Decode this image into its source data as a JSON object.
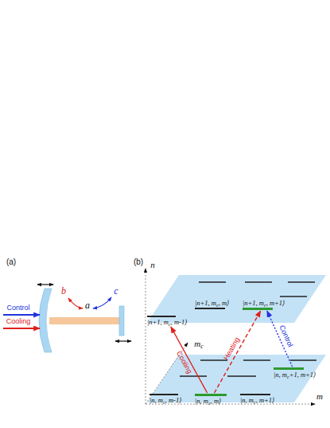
{
  "diagram": {
    "nodes": [
      {
        "text": [
          "|n+1, mc, m-1⟩"
        ]
      },
      {
        "text": [
          "|n+1, mc, m⟩"
        ]
      },
      {
        "text": [
          "|n+1, mc, m+1⟩"
        ]
      },
      {
        "text": [
          "|n, mc+1, m+1⟩"
        ]
      },
      {
        "text": [
          "|n, mc, m-1⟩"
        ]
      },
      {
        "text": [
          "|n, mc, m⟩"
        ]
      },
      {
        "text": [
          "|n, mc, m+1⟩"
        ]
      }
    ],
    "edges": [
      {
        "from": 5,
        "to": 0,
        "arrow": "to",
        "label": "Cooling"
      },
      {
        "from": 5,
        "to": 2,
        "arrow": "to",
        "label": "Heating"
      },
      {
        "from": 3,
        "to": 2,
        "arrow": "to",
        "label": "Control"
      }
    ],
    "labels": [
      "(a)",
      "(b)",
      "Control",
      "Cooling",
      "b",
      "a",
      "c",
      "n",
      "mc",
      "m"
    ]
  }
}
